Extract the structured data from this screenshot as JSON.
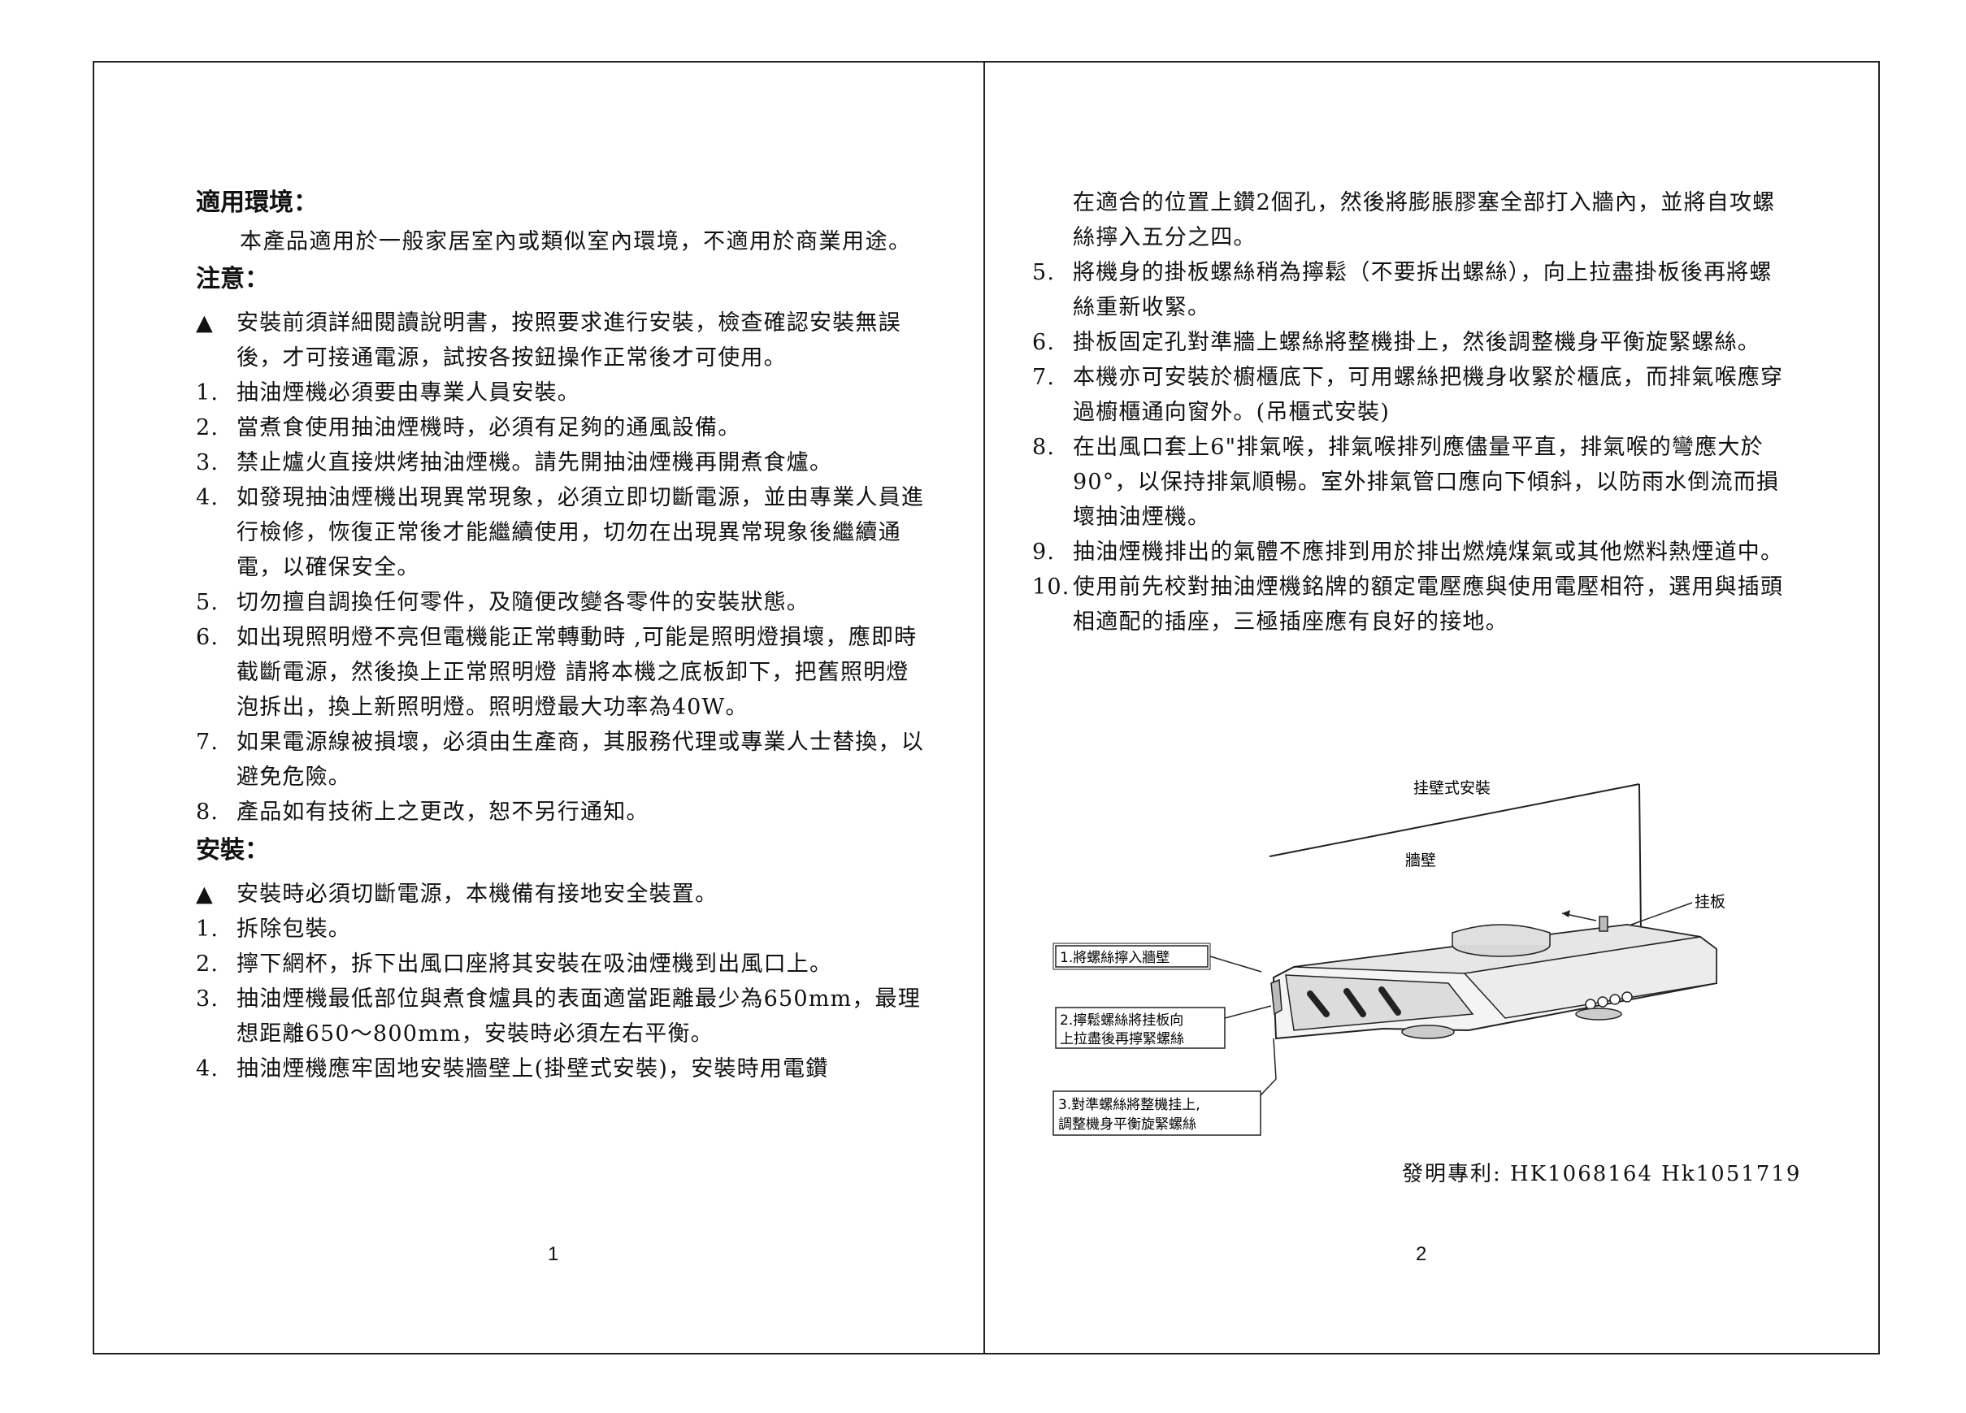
{
  "page1": {
    "sec_env_title": "適用環境：",
    "sec_env_text": "本產品適用於一般家居室內或類似室內環境，不適用於商業用途。",
    "sec_note_title": "注意：",
    "notes": [
      {
        "num": "▲",
        "text": "安裝前須詳細閱讀說明書，按照要求進行安裝，檢查確認安裝無誤後，才可接通電源，試按各按鈕操作正常後才可使用。"
      },
      {
        "num": "1.",
        "text": "抽油煙機必須要由專業人員安裝。"
      },
      {
        "num": "2.",
        "text": "當煮食使用抽油煙機時，必須有足夠的通風設備。"
      },
      {
        "num": "3.",
        "text": "禁止爐火直接烘烤抽油煙機。請先開抽油煙機再開煮食爐。"
      },
      {
        "num": "4.",
        "text": "如發現抽油煙機出現異常現象，必須立即切斷電源，並由專業人員進行檢修，恢復正常後才能繼續使用，切勿在出現異常現象後繼續通電，以確保安全。"
      },
      {
        "num": "5.",
        "text": "切勿擅自調換任何零件，及隨便改變各零件的安裝狀態。"
      },
      {
        "num": "6.",
        "text": "如出現照明燈不亮但電機能正常轉動時 ,可能是照明燈損壞，應即時截斷電源，然後換上正常照明燈 請將本機之底板卸下，把舊照明燈泡拆出，換上新照明燈。照明燈最大功率為40W。"
      },
      {
        "num": "7.",
        "text": "如果電源線被損壞，必須由生產商，其服務代理或專業人士替換，以避免危險。"
      },
      {
        "num": "8.",
        "text": "產品如有技術上之更改，恕不另行通知。"
      }
    ],
    "sec_install_title": "安裝：",
    "install": [
      {
        "num": "▲",
        "text": "安裝時必須切斷電源，本機備有接地安全裝置。"
      },
      {
        "num": "1.",
        "text": "拆除包裝。"
      },
      {
        "num": "2.",
        "text": "擰下網杯，拆下出風口座將其安裝在吸油煙機到出風口上。"
      },
      {
        "num": "3.",
        "text": "抽油煙機最低部位與煮食爐具的表面適當距離最少為650mm，最理想距離650～800mm，安裝時必須左右平衡。"
      },
      {
        "num": "4.",
        "text": "抽油煙機應牢固地安裝牆壁上(掛壁式安裝)，安裝時用電鑽"
      }
    ],
    "page_number": "1"
  },
  "page2": {
    "items": [
      {
        "num": "",
        "text": "在適合的位置上鑽2個孔，然後將膨脹膠塞全部打入牆內，並將自攻螺絲擰入五分之四。"
      },
      {
        "num": "5.",
        "text": "將機身的掛板螺絲稍為擰鬆（不要拆出螺絲），向上拉盡掛板後再將螺絲重新收緊。"
      },
      {
        "num": "6.",
        "text": "掛板固定孔對準牆上螺絲將整機掛上，然後調整機身平衡旋緊螺絲。"
      },
      {
        "num": "7.",
        "text": "本機亦可安裝於櫥櫃底下，可用螺絲把機身收緊於櫃底，而排氣喉應穿過櫥櫃通向窗外。(吊櫃式安裝)"
      },
      {
        "num": "8.",
        "text": "在出風口套上6\"排氣喉，排氣喉排列應儘量平直，排氣喉的彎應大於90°，以保持排氣順暢。室外排氣管口應向下傾斜，以防雨水倒流而損壞抽油煙機。"
      },
      {
        "num": "9.",
        "text": "抽油煙機排出的氣體不應排到用於排出燃燒煤氣或其他燃料熱煙道中。"
      },
      {
        "num": "10.",
        "text": "使用前先校對抽油煙機銘牌的額定電壓應與使用電壓相符，選用與插頭相適配的插座，三極插座應有良好的接地。"
      }
    ],
    "diagram": {
      "title": "挂壁式安裝",
      "wall_label": "牆壁",
      "plate_label": "挂板",
      "callout1": "1.將螺絲擰入牆壁",
      "callout2_line1": "2.擰鬆螺絲將挂板向",
      "callout2_line2": "上拉盡後再擰緊螺絲",
      "callout3_line1": "3.對準螺絲將整機挂上,",
      "callout3_line2": "調整機身平衡旋緊螺絲"
    },
    "patent": "發明專利: HK1068164 Hk1051719",
    "page_number": "2"
  }
}
